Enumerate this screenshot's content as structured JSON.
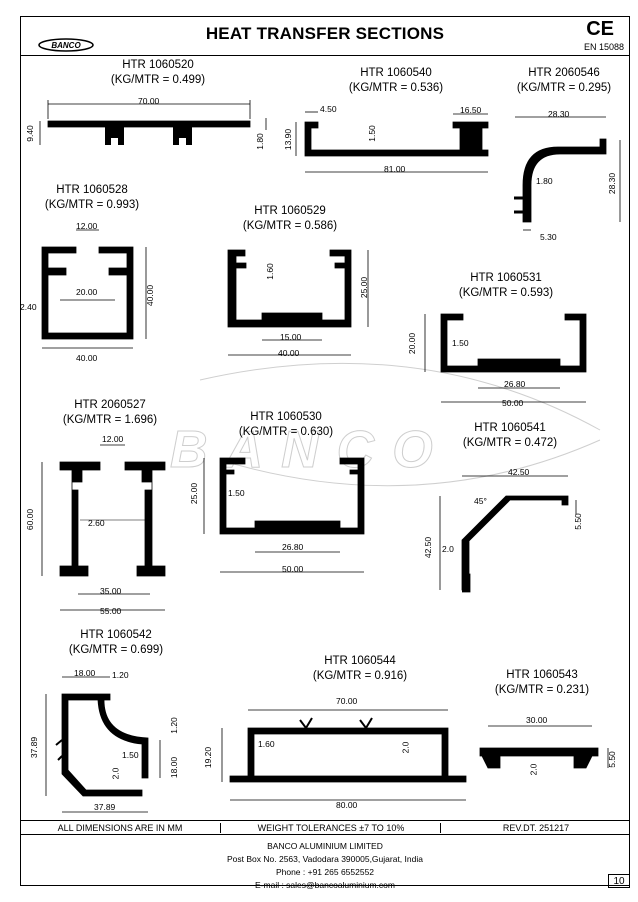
{
  "header": {
    "brand": "BANCO",
    "title": "HEAT TRANSFER SECTIONS",
    "ce_mark": "CE",
    "standard": "EN 15088"
  },
  "watermark": "BANCO",
  "sections": [
    {
      "code": "HTR 1060520",
      "weight": "(KG/MTR = 0.499)",
      "dims": [
        "70.00",
        "9.40",
        "1.80"
      ]
    },
    {
      "code": "HTR 1060540",
      "weight": "(KG/MTR = 0.536)",
      "dims": [
        "4.50",
        "16.50",
        "13.90",
        "1.50",
        "81.00"
      ]
    },
    {
      "code": "HTR 2060546",
      "weight": "(KG/MTR = 0.295)",
      "dims": [
        "28.30",
        "28.30",
        "1.80",
        "5.30"
      ]
    },
    {
      "code": "HTR 1060528",
      "weight": "(KG/MTR = 0.993)",
      "dims": [
        "12.00",
        "20.00",
        "40.00",
        "2.40",
        "40.00"
      ]
    },
    {
      "code": "HTR 1060529",
      "weight": "(KG/MTR = 0.586)",
      "dims": [
        "1.60",
        "25.00",
        "15.00",
        "40.00"
      ]
    },
    {
      "code": "HTR 1060531",
      "weight": "(KG/MTR = 0.593)",
      "dims": [
        "20.00",
        "1.50",
        "26.80",
        "50.00"
      ]
    },
    {
      "code": "HTR 2060527",
      "weight": "(KG/MTR = 1.696)",
      "dims": [
        "12.00",
        "60.00",
        "2.60",
        "35.00",
        "55.00"
      ]
    },
    {
      "code": "HTR 1060530",
      "weight": "(KG/MTR = 0.630)",
      "dims": [
        "25.00",
        "1.50",
        "26.80",
        "50.00"
      ]
    },
    {
      "code": "HTR 1060541",
      "weight": "(KG/MTR = 0.472)",
      "dims": [
        "42.50",
        "45°",
        "5.50",
        "42.50",
        "2.0"
      ]
    },
    {
      "code": "HTR 1060542",
      "weight": "(KG/MTR = 0.699)",
      "dims": [
        "18.00",
        "1.20",
        "37.89",
        "1.20",
        "1.50",
        "2.0",
        "18.00",
        "37.89"
      ]
    },
    {
      "code": "HTR 1060544",
      "weight": "(KG/MTR = 0.916)",
      "dims": [
        "70.00",
        "19.20",
        "1.60",
        "2.0",
        "80.00"
      ]
    },
    {
      "code": "HTR 1060543",
      "weight": "(KG/MTR = 0.231)",
      "dims": [
        "30.00",
        "2.0",
        "5.50"
      ]
    }
  ],
  "footer": {
    "dimensions_note": "ALL DIMENSIONS ARE IN MM",
    "tolerance_note": "WEIGHT TOLERANCES ±7 TO 10%",
    "revision": "REV.DT. 251217",
    "company": "BANCO ALUMINIUM LIMITED",
    "address": "Post Box No. 2563, Vadodara 390005,Gujarat, India",
    "phone": "Phone :  +91 265 6552552",
    "email": "E-mail :   sales@bancoaluminium.com",
    "page_number": "10"
  }
}
